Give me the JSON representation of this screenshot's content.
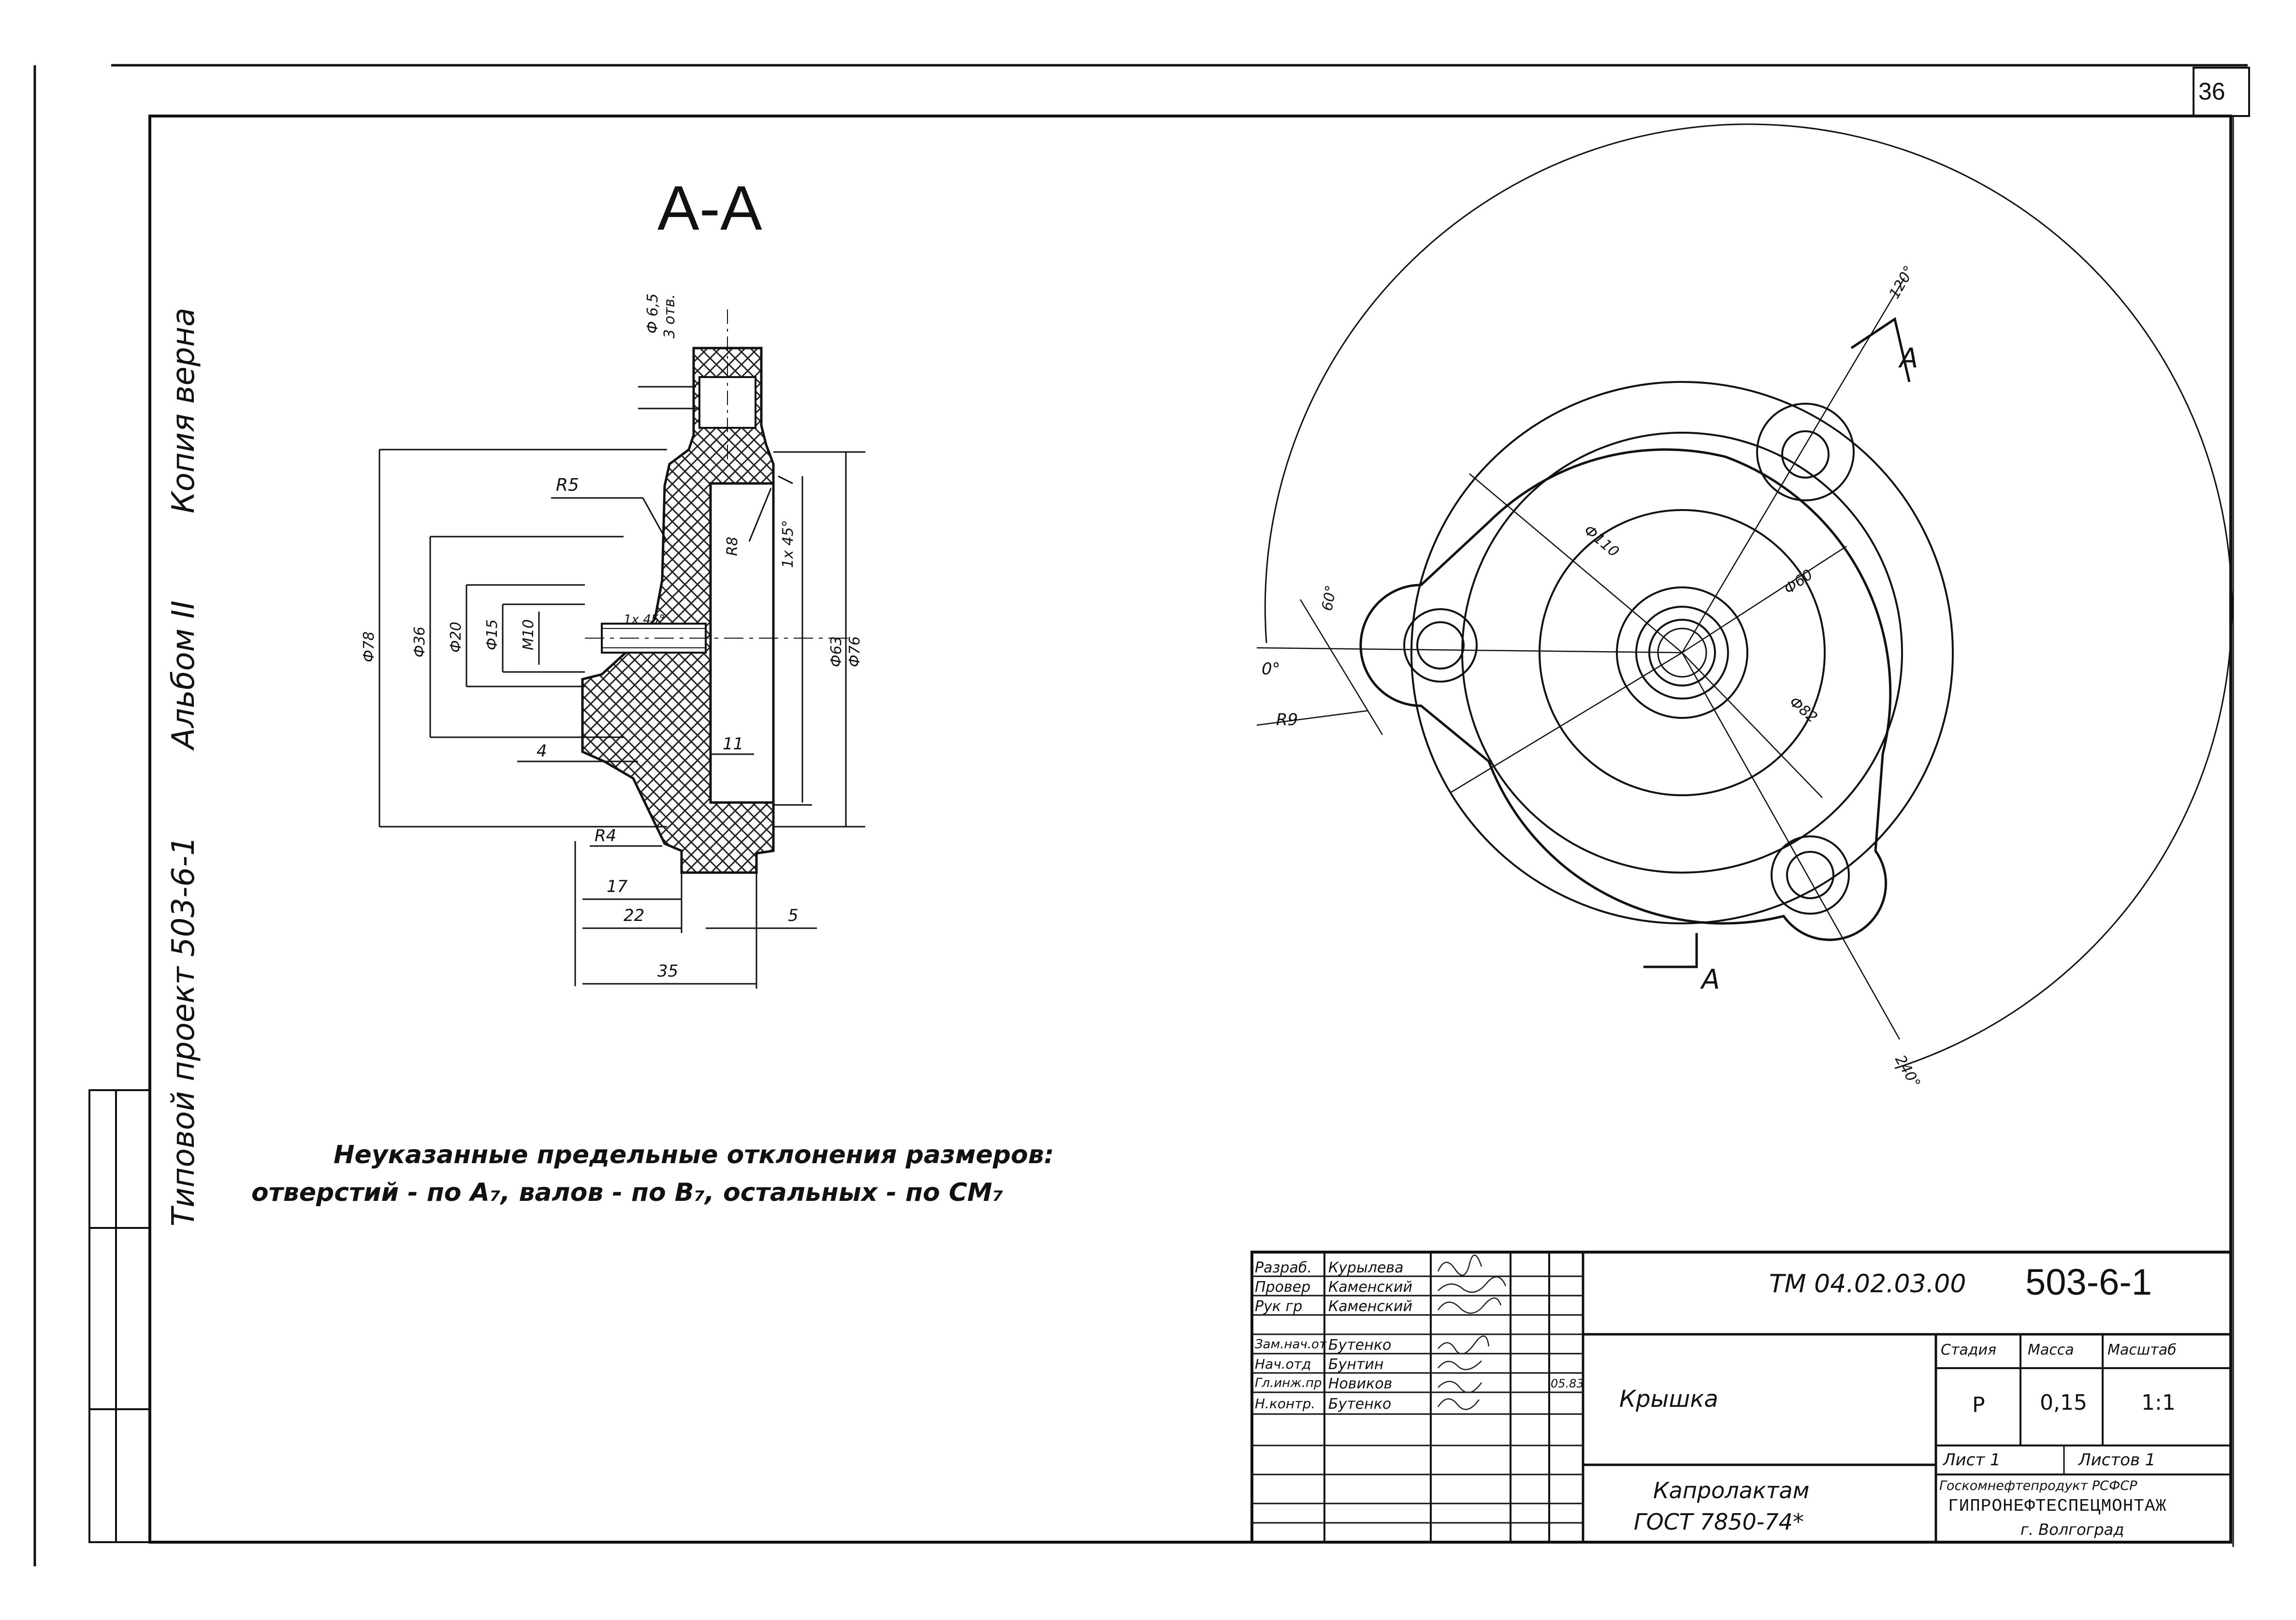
{
  "sheet": {
    "page_number": "36"
  },
  "margin_text": {
    "line1": "Типовой проект 503-6-1",
    "line2": "Альбом II",
    "line3": "Копия верна"
  },
  "section": {
    "title": "А-А",
    "dims": {
      "d_6_5": "Ф 6,5",
      "holes": "3 отв.",
      "r5": "R5",
      "r8": "R8",
      "chamfer_top": "1х 45°",
      "d78": "Ф78",
      "d36": "Ф36",
      "d20": "Ф20",
      "d15": "Ф15",
      "m10": "М10",
      "chamfer_inner": "1х 45°",
      "d63": "Ф63",
      "d76": "Ф76",
      "d4": "4",
      "d11": "11",
      "r4": "R4",
      "d17": "17",
      "d22": "22",
      "d5": "5",
      "d35": "35"
    }
  },
  "plan": {
    "angle_120": "120°",
    "angle_0": "0°",
    "angle_240": "240°",
    "angle_60": "60°",
    "r9": "R9",
    "d110": "Ф110",
    "d60": "Ф60",
    "d82": "Ф82",
    "cut_label_top": "А",
    "cut_label_bottom": "А"
  },
  "notes": {
    "line1": "Неуказанные предельные отклонения размеров:",
    "line2": "отверстий - по А₇, валов - по В₇, остальных - по СМ₇"
  },
  "title_block": {
    "rows": [
      {
        "role": "Разраб.",
        "name": "Курылева",
        "date": ""
      },
      {
        "role": "Провер",
        "name": "Каменский",
        "date": ""
      },
      {
        "role": "Рук гр",
        "name": "Каменский",
        "date": ""
      },
      {
        "role": "Зам.нач.от",
        "name": "Бутенко",
        "date": ""
      },
      {
        "role": "Нач.отд",
        "name": "Бунтин",
        "date": ""
      },
      {
        "role": "Гл.инж.пр",
        "name": "Новиков",
        "date": "05.83"
      },
      {
        "role": "Н.контр.",
        "name": "Бутенко",
        "date": ""
      }
    ],
    "doc_code": "ТМ 04.02.03.00",
    "project_code": "503-6-1",
    "part_name": "Крышка",
    "material_line1": "Капролактам",
    "material_line2": "ГОСТ 7850-74*",
    "stage_header": "Стадия",
    "mass_header": "Масса",
    "scale_header": "Масштаб",
    "stage": "Р",
    "mass": "0,15",
    "scale": "1:1",
    "sheet_label": "Лист 1",
    "sheets_label": "Листов 1",
    "org_line1": "Госкомнефтепродукт РСФСР",
    "org_line2": "ГИПРОНЕФТЕСПЕЦМОНТАЖ",
    "org_city": "г. Волгоград"
  }
}
